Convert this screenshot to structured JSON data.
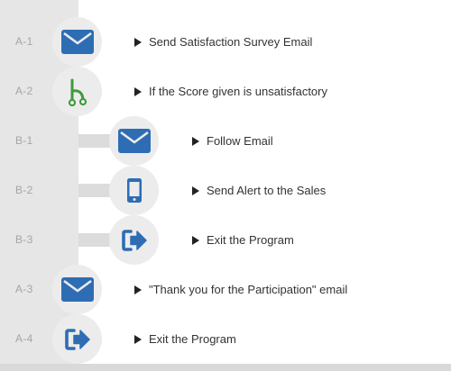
{
  "colors": {
    "icon_blue": "#2e6db4",
    "branch_green": "#3f9a3f",
    "panel_gray": "#e6e6e6",
    "circle_gray": "#ececec"
  },
  "steps": [
    {
      "id": "A-1",
      "text": "Send Satisfaction Survey Email",
      "icon": "envelope-icon",
      "level": "a"
    },
    {
      "id": "A-2",
      "text": "If the Score given is unsatisfactory",
      "icon": "branch-icon",
      "level": "a"
    },
    {
      "id": "B-1",
      "text": "Follow Email",
      "icon": "envelope-icon",
      "level": "b"
    },
    {
      "id": "B-2",
      "text": "Send Alert to the Sales",
      "icon": "mobile-phone-icon",
      "level": "b"
    },
    {
      "id": "B-3",
      "text": "Exit the Program",
      "icon": "exit-icon",
      "level": "b"
    },
    {
      "id": "A-3",
      "text": "\"Thank you for the Participation\" email",
      "icon": "envelope-icon",
      "level": "a"
    },
    {
      "id": "A-4",
      "text": "Exit the Program",
      "icon": "exit-icon",
      "level": "a"
    }
  ]
}
